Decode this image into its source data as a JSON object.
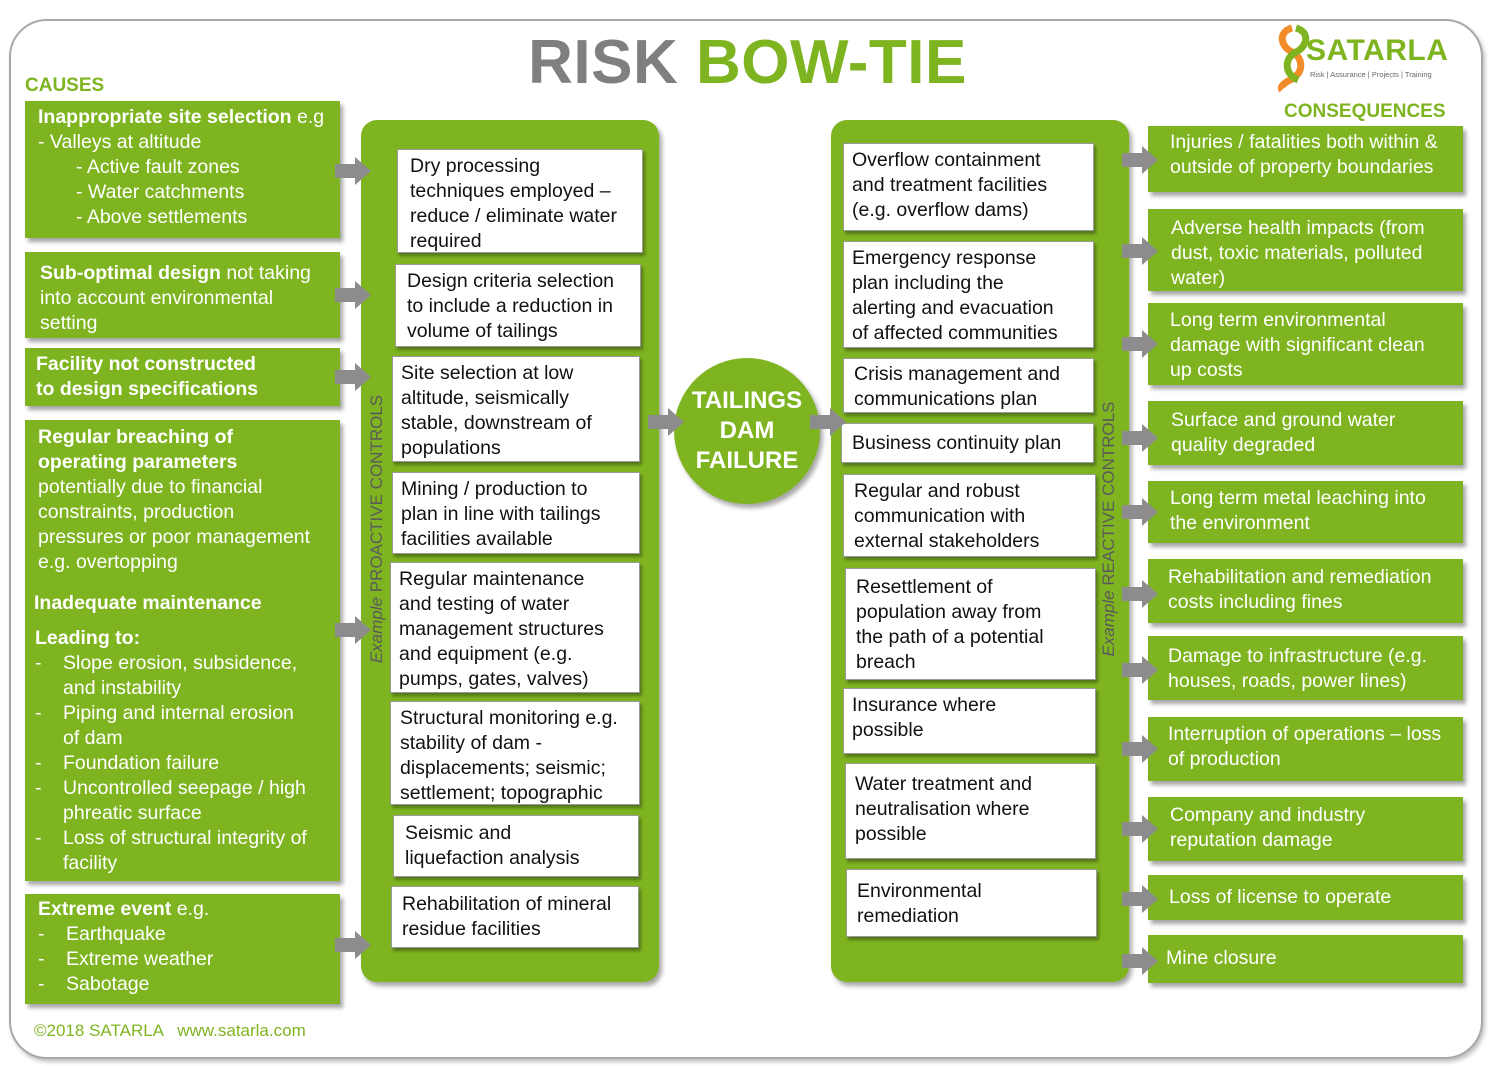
{
  "title": {
    "part1": "RISK",
    "part2": "BOW-TIE"
  },
  "logo": {
    "name": "SATARLA",
    "tagline": "Risk | Assurance | Projects | Training"
  },
  "headers": {
    "causes": "CAUSES",
    "consequences": "CONSEQUENCES"
  },
  "center": {
    "line1": "TAILINGS",
    "line2": "DAM",
    "line3": "FAILURE"
  },
  "proactive_label": {
    "prefix": "Example",
    "text": "PROACTIVE CONTROLS"
  },
  "reactive_label": {
    "prefix": "Example",
    "text": "REACTIVE CONTROLS"
  },
  "causes": {
    "c1": {
      "bold": "Inappropriate site selection",
      "rest": " e.g",
      "l1": "-  Valleys at altitude",
      "l2": "-  Active fault zones",
      "l3": "-  Water catchments",
      "l4": "-  Above settlements"
    },
    "c2": {
      "bold": "Sub-optimal design",
      "rest": " not taking",
      "l1": "into account environmental",
      "l2": "setting"
    },
    "c3": {
      "l1": "Facility not constructed",
      "l2": "to design specifications"
    },
    "c4": {
      "b1": "Regular breaching of",
      "b2": "operating parameters",
      "t1": "potentially due to financial",
      "t2": "constraints, production",
      "t3": "pressures or poor management",
      "t4": "e.g.  overtopping",
      "b3": "Inadequate maintenance",
      "b4": "Leading to:",
      "d1": "-",
      "i1": "Slope erosion, subsidence,",
      "i1b": "and instability",
      "d2": "-",
      "i2": "Piping and internal erosion",
      "i2b": "of dam",
      "d3": "-",
      "i3": "Foundation failure",
      "d4": "-",
      "i4": "Uncontrolled seepage / high",
      "i4b": "phreatic surface",
      "d5": "-",
      "i5": "Loss of structural integrity of",
      "i5b": "facility"
    },
    "c5": {
      "bold": "Extreme event",
      "rest": " e.g.",
      "d1": "-",
      "l1": "Earthquake",
      "d2": "-",
      "l2": "Extreme weather",
      "d3": "-",
      "l3": "Sabotage"
    }
  },
  "proactive": {
    "p1": {
      "l1": "Dry processing",
      "l2": "techniques employed –",
      "l3": "reduce / eliminate water",
      "l4": "required"
    },
    "p2": {
      "l1": "Design criteria selection",
      "l2": "to include a reduction in",
      "l3": "volume of tailings"
    },
    "p3": {
      "l1": "Site selection at low",
      "l2": "altitude, seismically",
      "l3": "stable, downstream of",
      "l4": "populations"
    },
    "p4": {
      "l1": "Mining / production to",
      "l2": "plan in line with tailings",
      "l3": "facilities available"
    },
    "p5": {
      "l1": "Regular maintenance",
      "l2": "and testing of water",
      "l3": "management structures",
      "l4": "and equipment (e.g.",
      "l5": "pumps, gates, valves)"
    },
    "p6": {
      "l1": "Structural monitoring e.g.",
      "l2": "stability of dam -",
      "l3": "displacements; seismic;",
      "l4": "settlement; topographic"
    },
    "p7": {
      "l1": "Seismic and",
      "l2": "liquefaction analysis"
    },
    "p8": {
      "l1": "Rehabilitation of mineral",
      "l2": "residue facilities"
    }
  },
  "reactive": {
    "r1": {
      "l1": "Overflow containment",
      "l2": "and treatment facilities",
      "l3": "(e.g. overflow dams)"
    },
    "r2": {
      "l1": "Emergency response",
      "l2": "plan including the",
      "l3": "alerting and evacuation",
      "l4": "of affected communities"
    },
    "r3": {
      "l1": "Crisis management and",
      "l2": "communications plan"
    },
    "r4": {
      "l1": "Business continuity plan"
    },
    "r5": {
      "l1": "Regular and robust",
      "l2": "communication with",
      "l3": "external stakeholders"
    },
    "r6": {
      "l1": "Resettlement of",
      "l2": "population away from",
      "l3": "the path of a potential",
      "l4": "breach"
    },
    "r7": {
      "l1": "Insurance where",
      "l2": "possible"
    },
    "r8": {
      "l1": "Water treatment and",
      "l2": "neutralisation where",
      "l3": "possible"
    },
    "r9": {
      "l1": "Environmental",
      "l2": "remediation"
    }
  },
  "consequences": {
    "q1": {
      "l1": "Injuries / fatalities both within &",
      "l2": "outside of property boundaries"
    },
    "q2": {
      "l1": "Adverse health impacts (from",
      "l2": "dust, toxic materials, polluted",
      "l3": "water)"
    },
    "q3": {
      "l1": "Long term environmental",
      "l2": "damage with significant clean",
      "l3": "up costs"
    },
    "q4": {
      "l1": "Surface and ground water",
      "l2": "quality degraded"
    },
    "q5": {
      "l1": "Long term metal leaching into",
      "l2": "the environment"
    },
    "q6": {
      "l1": "Rehabilitation and remediation",
      "l2": "costs including fines"
    },
    "q7": {
      "l1": "Damage to infrastructure (e.g.",
      "l2": "houses, roads, power lines)"
    },
    "q8": {
      "l1": "Interruption of operations – loss",
      "l2": "of production"
    },
    "q9": {
      "l1": "Company  and industry",
      "l2": "reputation damage"
    },
    "q10": {
      "l1": "Loss of license to operate"
    },
    "q11": {
      "l1": "Mine closure"
    }
  },
  "footer": "©2018 SATARLA   www.satarla.com",
  "colors": {
    "brand_green": "#7fb421",
    "title_grey": "#7f7f7f",
    "arrow_grey": "#8c8c8c"
  }
}
